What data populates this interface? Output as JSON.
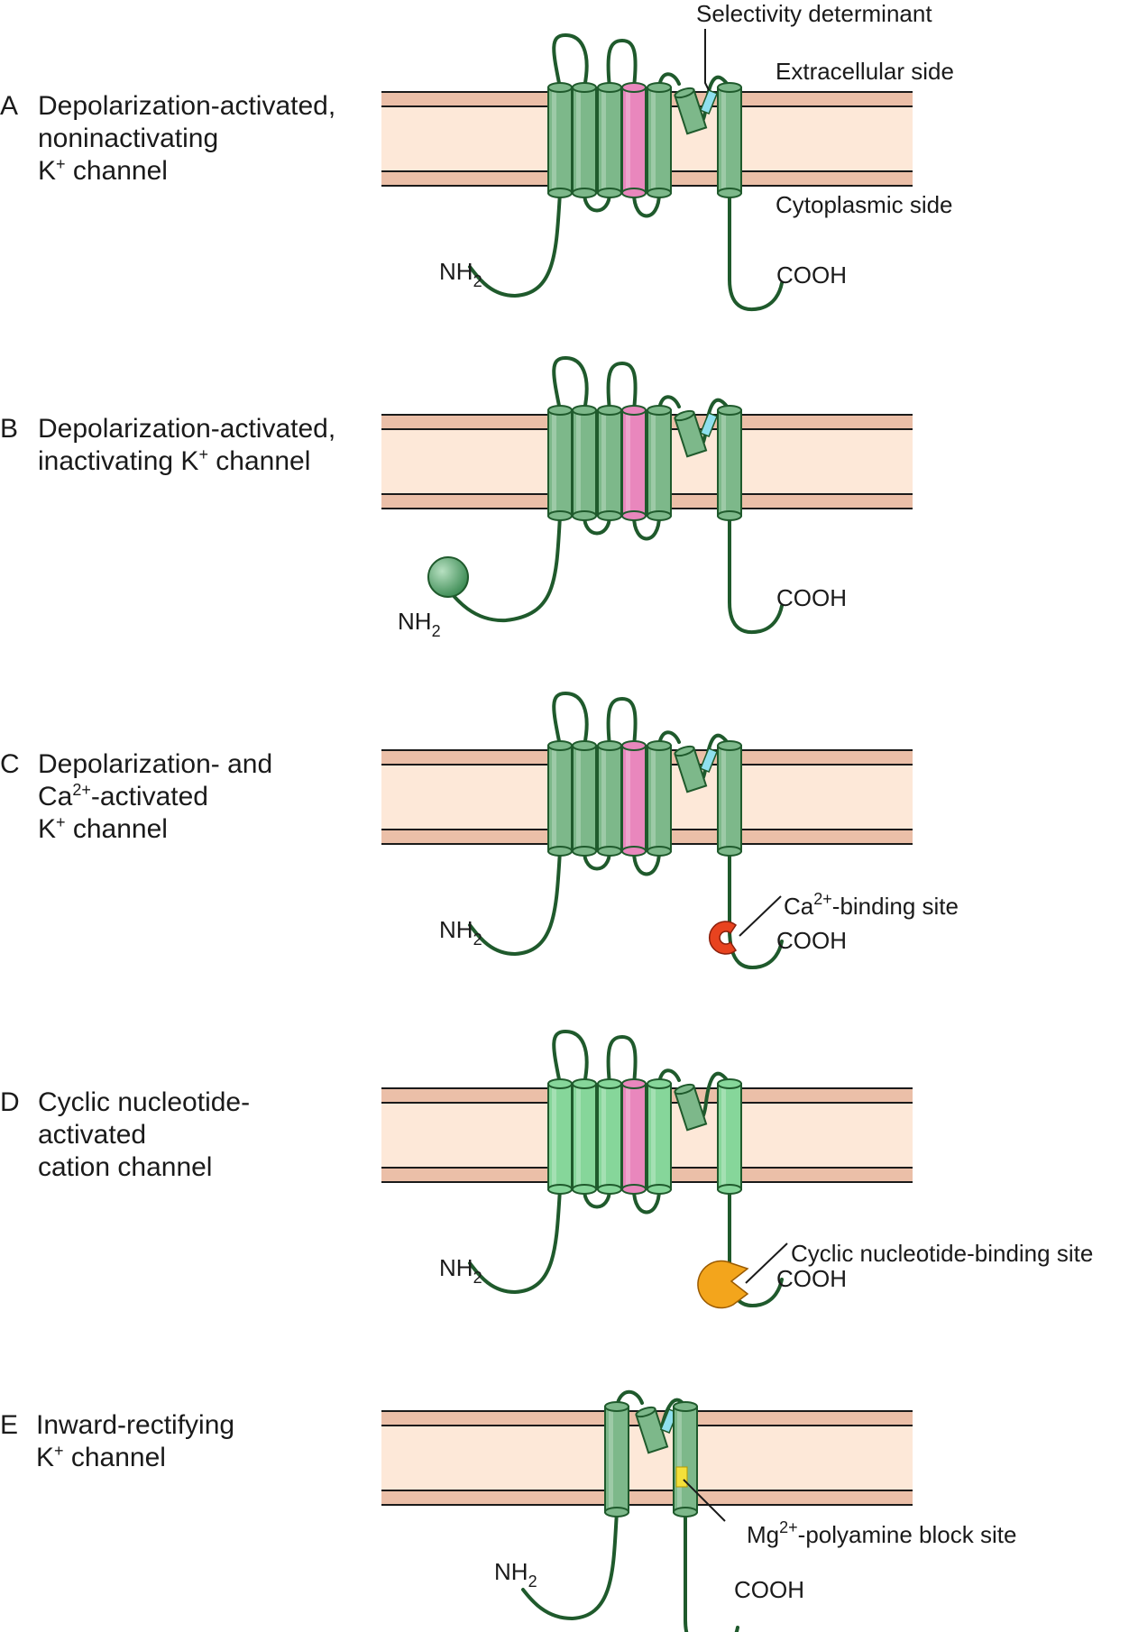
{
  "figure": {
    "annotations": {
      "selectivity": "Selectivity determinant",
      "extracellular": "Extracellular side",
      "cytoplasmic": "Cytoplasmic side"
    },
    "panels": [
      {
        "letter": "A",
        "title_lines": [
          {
            "text": "Depolarization-activated,"
          },
          {
            "text": "noninactivating"
          },
          {
            "base": "K",
            "sup": "+",
            "rest": " channel"
          }
        ],
        "n_term": "NH",
        "n_sub": "2",
        "c_term": "COOH",
        "site_label": null
      },
      {
        "letter": "B",
        "title_lines": [
          {
            "text": "Depolarization-activated,"
          },
          {
            "base": "inactivating K",
            "sup": "+",
            "rest": " channel"
          }
        ],
        "n_term": "NH",
        "n_sub": "2",
        "c_term": "COOH",
        "site_label": null
      },
      {
        "letter": "C",
        "title_lines": [
          {
            "text": "Depolarization- and"
          },
          {
            "base": "Ca",
            "sup": "2+",
            "rest": "-activated"
          },
          {
            "base": "K",
            "sup": "+",
            "rest": " channel"
          }
        ],
        "n_term": "NH",
        "n_sub": "2",
        "c_term": "COOH",
        "site_label": {
          "base": "Ca",
          "sup": "2+",
          "rest": "-binding site"
        }
      },
      {
        "letter": "D",
        "title_lines": [
          {
            "text": "Cyclic nucleotide-"
          },
          {
            "text": "activated"
          },
          {
            "text": "cation channel"
          }
        ],
        "n_term": "NH",
        "n_sub": "2",
        "c_term": "COOH",
        "site_label": {
          "text": "Cyclic nucleotide-binding site"
        }
      },
      {
        "letter": "E",
        "title_lines": [
          {
            "text": "Inward-rectifying"
          },
          {
            "base": "K",
            "sup": "+",
            "rest": " channel"
          }
        ],
        "n_term": "NH",
        "n_sub": "2",
        "c_term": "COOH",
        "site_label": {
          "base": "Mg",
          "sup": "2+",
          "rest": "-polyamine block site"
        }
      }
    ],
    "colors": {
      "membrane_band": "#ebbfa8",
      "membrane_fill": "#fde8d8",
      "membrane_line": "#1a1a1a",
      "helix_green": "#7db88a",
      "helix_green_light": "#86d69a",
      "helix_pink": "#e987bd",
      "pore_cyan": "#8fe0ee",
      "chain": "#1f5a2c",
      "ball": "#3a8a52",
      "ca_site": "#e8431f",
      "cn_site": "#f3a51c",
      "mg_site": "#f3e03a"
    }
  }
}
